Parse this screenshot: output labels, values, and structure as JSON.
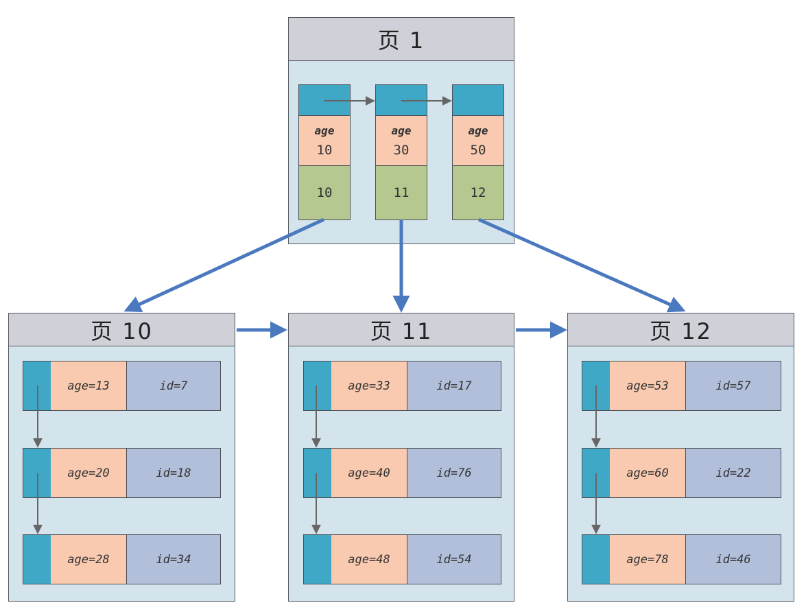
{
  "root": {
    "title": "页 1",
    "entries": [
      {
        "key_label": "age",
        "key": "10",
        "child": "10"
      },
      {
        "key_label": "age",
        "key": "30",
        "child": "11"
      },
      {
        "key_label": "age",
        "key": "50",
        "child": "12"
      }
    ]
  },
  "leaves": [
    {
      "title": "页 10",
      "records": [
        {
          "age": "age=13",
          "id": "id=7"
        },
        {
          "age": "age=20",
          "id": "id=18"
        },
        {
          "age": "age=28",
          "id": "id=34"
        }
      ]
    },
    {
      "title": "页 11",
      "records": [
        {
          "age": "age=33",
          "id": "id=17"
        },
        {
          "age": "age=40",
          "id": "id=76"
        },
        {
          "age": "age=48",
          "id": "id=54"
        }
      ]
    },
    {
      "title": "页 12",
      "records": [
        {
          "age": "age=53",
          "id": "id=57"
        },
        {
          "age": "age=60",
          "id": "id=22"
        },
        {
          "age": "age=78",
          "id": "id=46"
        }
      ]
    }
  ],
  "colors": {
    "pointer": "#3fa8c6",
    "key": "#f9cab0",
    "child": "#b4c890",
    "id": "#b1bfda",
    "page": "#d3e4ec",
    "header": "#cfd0d8",
    "tree_arrow": "#4b79bf",
    "list_arrow": "#666666"
  }
}
